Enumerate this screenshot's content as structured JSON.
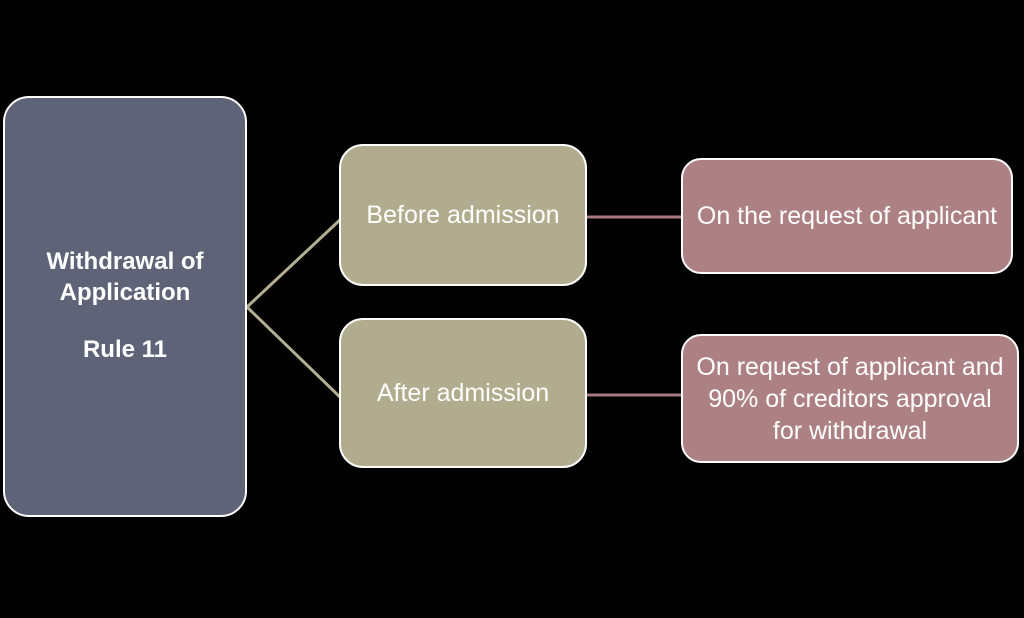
{
  "diagram": {
    "type": "flowchart",
    "background_color": "#000000",
    "root": {
      "title_line_1": "Withdrawal of",
      "title_line_2": "Application",
      "subtitle": "Rule 11",
      "fill_color": "#5f6377",
      "text_color": "#ffffff"
    },
    "branches": [
      {
        "label": "Before admission",
        "fill_color": "#b2ac8e",
        "text_color": "#ffffff",
        "outcome": {
          "label": "On the request of applicant",
          "fill_color": "#ad8184",
          "text_color": "#ffffff"
        }
      },
      {
        "label": "After admission",
        "fill_color": "#b2ac8e",
        "text_color": "#ffffff",
        "outcome": {
          "label": "On request of applicant and  90% of creditors approval for withdrawal",
          "fill_color": "#ad8184",
          "text_color": "#ffffff"
        }
      }
    ],
    "connectors": {
      "root_to_branch_color": "#b5af91",
      "branch_to_outcome_color": "#a8797f"
    }
  }
}
